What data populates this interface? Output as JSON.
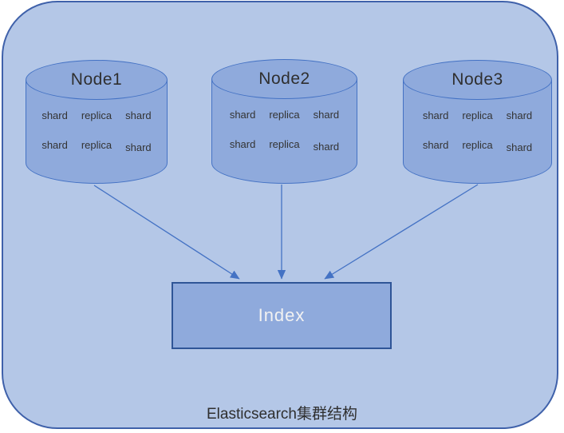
{
  "diagram": {
    "title": "Elasticsearch集群结构",
    "index_label": "Index",
    "nodes": [
      {
        "label": "Node1",
        "rows": [
          [
            "shard",
            "replica",
            "shard"
          ],
          [
            "shard",
            "replica",
            "shard"
          ]
        ]
      },
      {
        "label": "Node2",
        "rows": [
          [
            "shard",
            "replica",
            "shard"
          ],
          [
            "shard",
            "replica",
            "shard"
          ]
        ]
      },
      {
        "label": "Node3",
        "rows": [
          [
            "shard",
            "replica",
            "shard"
          ],
          [
            "shard",
            "replica",
            "shard"
          ]
        ]
      }
    ],
    "colors": {
      "canvas_fill": "#b4c7e7",
      "canvas_border": "#3f61aa",
      "cylinder_fill": "#8faadc",
      "cylinder_border": "#4472c4",
      "index_fill": "#8faadc",
      "index_border": "#2f5597",
      "index_text": "#f2f2f2",
      "arrow": "#4472c4"
    }
  }
}
